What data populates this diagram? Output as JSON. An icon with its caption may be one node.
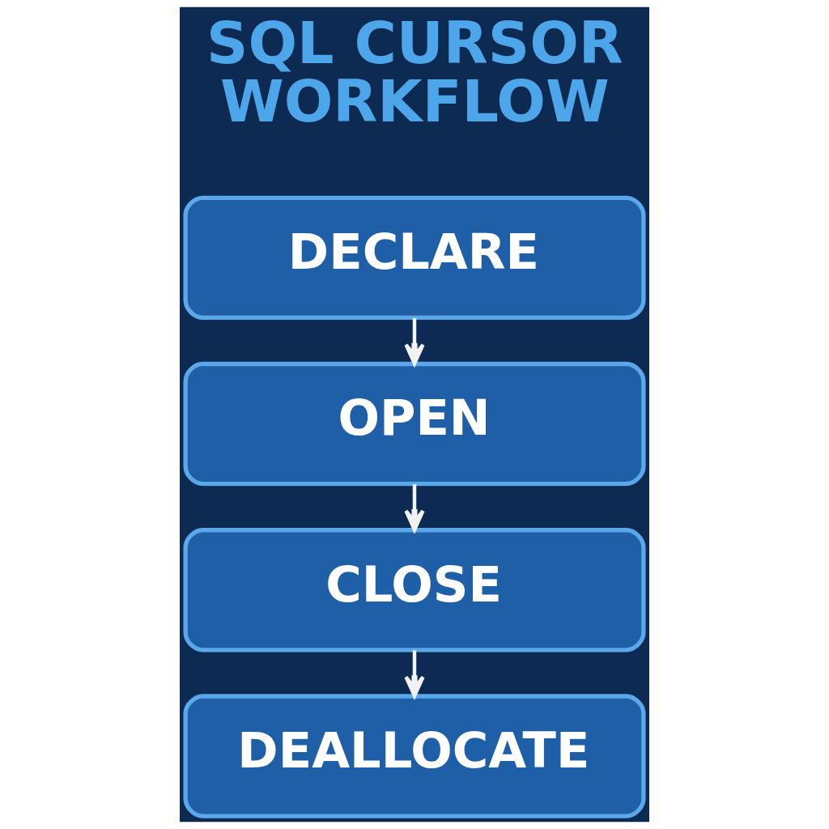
{
  "diagram": {
    "title": "SQL CURSOR WORKFLOW",
    "nodes": [
      {
        "text": [
          "DECLARE"
        ]
      },
      {
        "text": [
          "OPEN"
        ]
      },
      {
        "text": [
          "CLOSE"
        ]
      },
      {
        "text": [
          "DEALLOCATE"
        ]
      }
    ],
    "edges": [
      {
        "from": 0,
        "to": 1,
        "arrow": "to"
      },
      {
        "from": 1,
        "to": 2,
        "arrow": "to"
      },
      {
        "from": 2,
        "to": 3,
        "arrow": "to"
      }
    ]
  }
}
